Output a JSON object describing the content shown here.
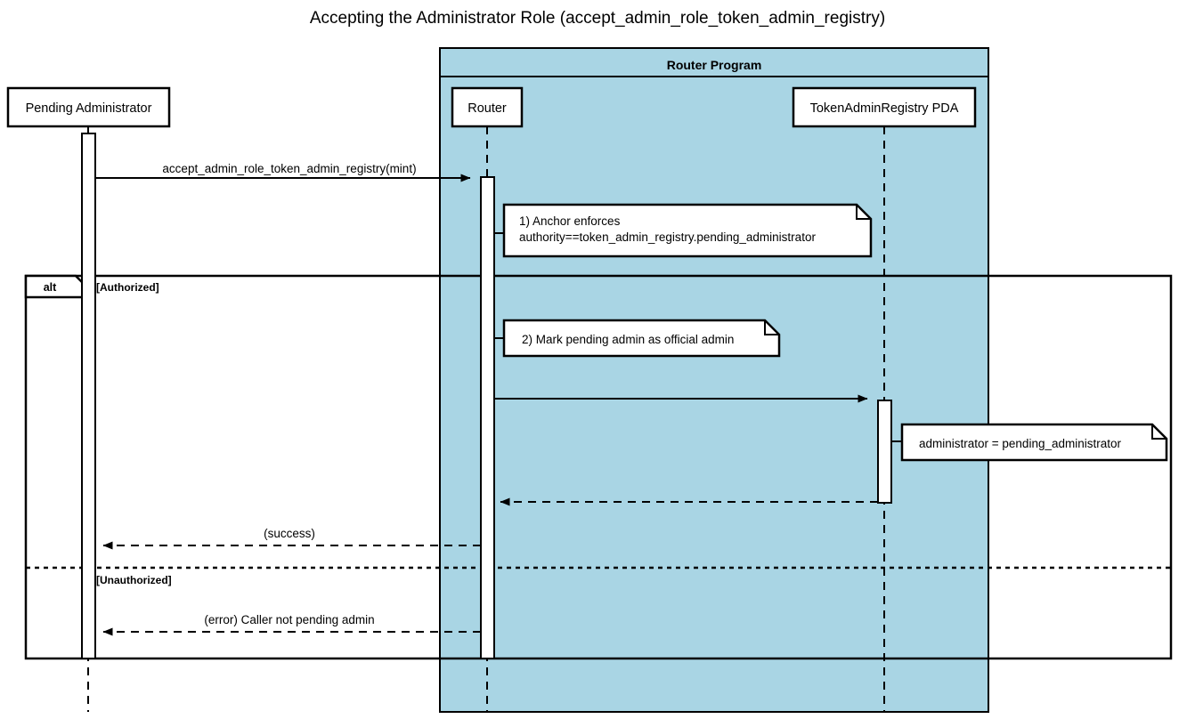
{
  "title": "Accepting the Administrator Role (accept_admin_role_token_admin_registry)",
  "colors": {
    "group_fill": "#a9d5e4",
    "stroke": "#000000",
    "note_fill": "#ffffff",
    "lifeline_fill": "#ffffff"
  },
  "group": {
    "label": "Router Program"
  },
  "participants": [
    {
      "id": "pending-administrator",
      "label": "Pending Administrator"
    },
    {
      "id": "router",
      "label": "Router"
    },
    {
      "id": "token-admin-registry-pda",
      "label": "TokenAdminRegistry PDA"
    }
  ],
  "messages": [
    {
      "id": "msg-accept-admin-role",
      "label": "accept_admin_role_token_admin_registry(mint)",
      "from": "pending-administrator",
      "to": "router",
      "style": "solid"
    },
    {
      "id": "msg-update-registry",
      "label": "",
      "from": "router",
      "to": "token-admin-registry-pda",
      "style": "solid"
    },
    {
      "id": "msg-registry-return",
      "label": "",
      "from": "token-admin-registry-pda",
      "to": "router",
      "style": "dashed"
    },
    {
      "id": "msg-success",
      "label": "(success)",
      "from": "router",
      "to": "pending-administrator",
      "style": "dashed"
    },
    {
      "id": "msg-error",
      "label": "(error) Caller not pending admin",
      "from": "router",
      "to": "pending-administrator",
      "style": "dashed"
    }
  ],
  "notes": [
    {
      "id": "note-anchor-enforces",
      "lines": [
        "1) Anchor enforces",
        "authority==token_admin_registry.pending_administrator"
      ]
    },
    {
      "id": "note-mark-pending-admin",
      "lines": [
        "2) Mark pending admin as official admin"
      ]
    },
    {
      "id": "note-administrator-assignment",
      "lines": [
        "administrator = pending_administrator"
      ]
    }
  ],
  "fragment": {
    "operator": "alt",
    "branches": [
      {
        "id": "branch-authorized",
        "guard": "[Authorized]"
      },
      {
        "id": "branch-unauthorized",
        "guard": "[Unauthorized]"
      }
    ]
  }
}
